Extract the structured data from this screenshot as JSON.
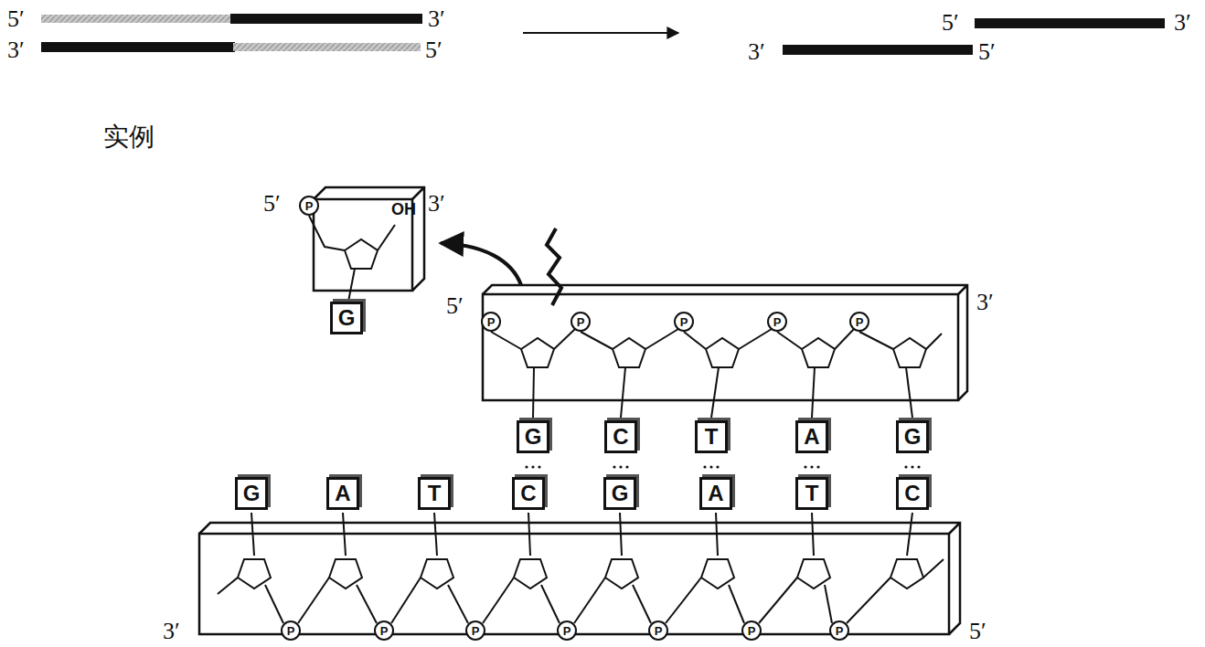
{
  "diagram": {
    "nodes": [
      {
        "text": [
          "P"
        ]
      },
      {
        "text": [
          "G"
        ]
      },
      {
        "text": [
          "P"
        ]
      },
      {
        "text": [
          "P"
        ]
      },
      {
        "text": [
          "P"
        ]
      },
      {
        "text": [
          "P"
        ]
      },
      {
        "text": [
          "P"
        ]
      },
      {
        "text": [
          "G"
        ]
      },
      {
        "text": [
          "C"
        ]
      },
      {
        "text": [
          "T"
        ]
      },
      {
        "text": [
          "A"
        ]
      },
      {
        "text": [
          "G"
        ]
      },
      {
        "text": [
          "G"
        ]
      },
      {
        "text": [
          "A"
        ]
      },
      {
        "text": [
          "T"
        ]
      },
      {
        "text": [
          "C"
        ]
      },
      {
        "text": [
          "G"
        ]
      },
      {
        "text": [
          "A"
        ]
      },
      {
        "text": [
          "T"
        ]
      },
      {
        "text": [
          "C"
        ]
      },
      {
        "text": [
          "P"
        ]
      },
      {
        "text": [
          "P"
        ]
      },
      {
        "text": [
          "P"
        ]
      },
      {
        "text": [
          "P"
        ]
      },
      {
        "text": [
          "P"
        ]
      },
      {
        "text": [
          "P"
        ]
      },
      {
        "text": [
          "P"
        ]
      }
    ],
    "labels": [
      "5′",
      "3′",
      "3′",
      "5′",
      "5′",
      "3′",
      "3′",
      "5′",
      "实例",
      "5′",
      "3′",
      "OH",
      "5′",
      "3′",
      "3′",
      "5′"
    ]
  }
}
